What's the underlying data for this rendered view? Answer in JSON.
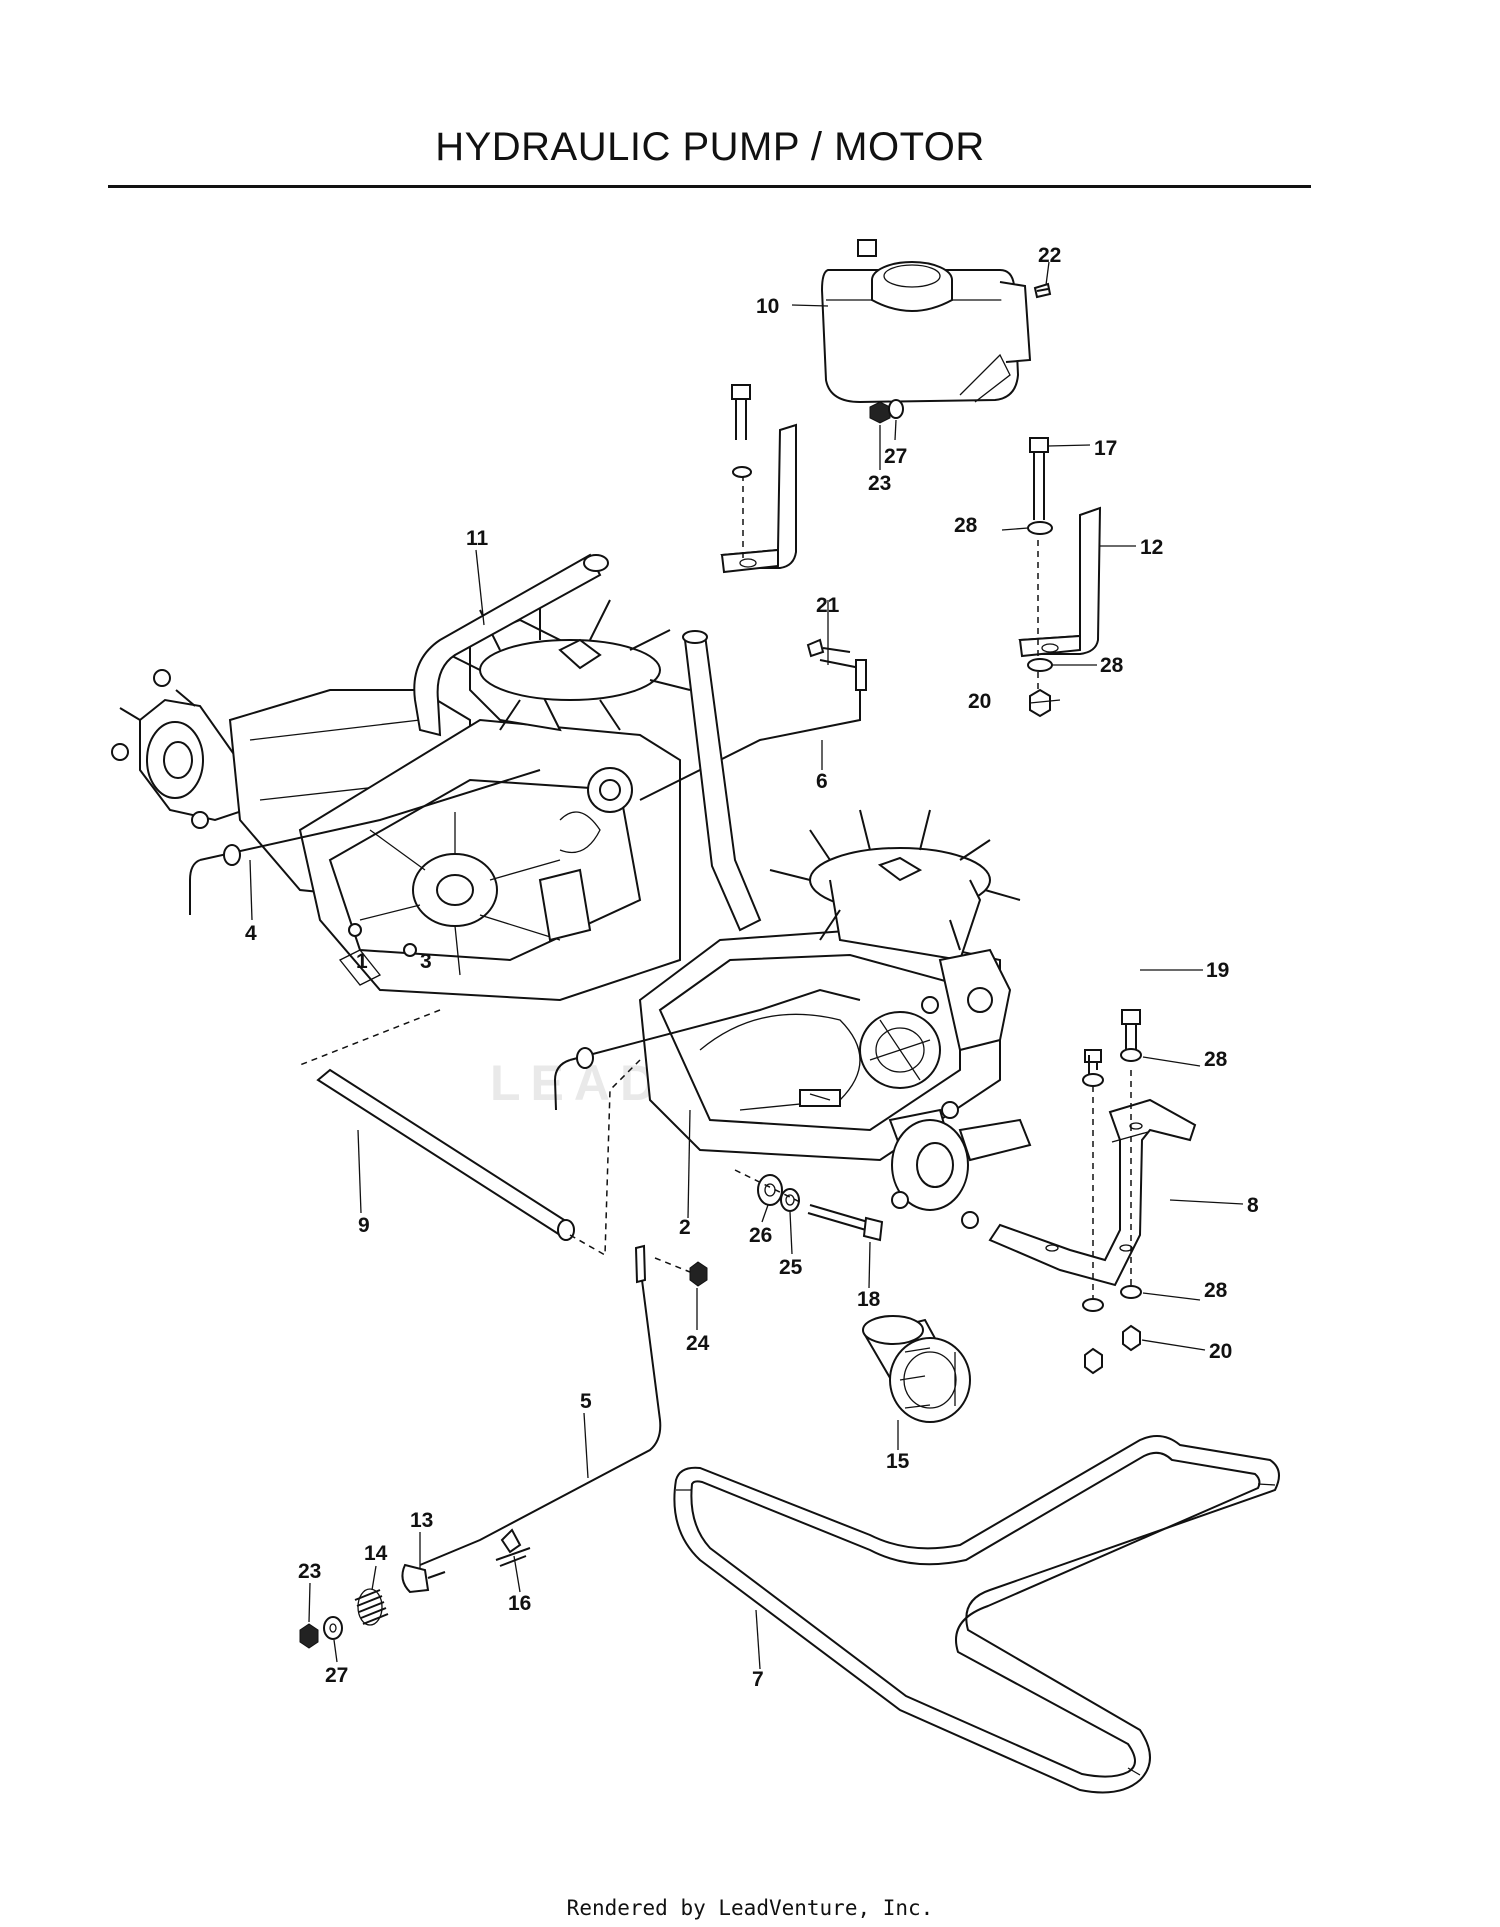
{
  "title": "HYDRAULIC PUMP / MOTOR",
  "footer": "Rendered by LeadVenture, Inc.",
  "watermark": "LEADVENTURE",
  "callouts": [
    {
      "id": "c1",
      "label": "1"
    },
    {
      "id": "c2",
      "label": "2"
    },
    {
      "id": "c3",
      "label": "3"
    },
    {
      "id": "c4",
      "label": "4"
    },
    {
      "id": "c5",
      "label": "5"
    },
    {
      "id": "c6",
      "label": "6"
    },
    {
      "id": "c7",
      "label": "7"
    },
    {
      "id": "c8",
      "label": "8"
    },
    {
      "id": "c9",
      "label": "9"
    },
    {
      "id": "c10",
      "label": "10"
    },
    {
      "id": "c11",
      "label": "11"
    },
    {
      "id": "c12",
      "label": "12"
    },
    {
      "id": "c13",
      "label": "13"
    },
    {
      "id": "c14",
      "label": "14"
    },
    {
      "id": "c15",
      "label": "15"
    },
    {
      "id": "c16",
      "label": "16"
    },
    {
      "id": "c17",
      "label": "17"
    },
    {
      "id": "c18",
      "label": "18"
    },
    {
      "id": "c19",
      "label": "19"
    },
    {
      "id": "c20a",
      "label": "20"
    },
    {
      "id": "c20b",
      "label": "20"
    },
    {
      "id": "c21",
      "label": "21"
    },
    {
      "id": "c22",
      "label": "22"
    },
    {
      "id": "c23a",
      "label": "23"
    },
    {
      "id": "c23b",
      "label": "23"
    },
    {
      "id": "c24",
      "label": "24"
    },
    {
      "id": "c25",
      "label": "25"
    },
    {
      "id": "c26",
      "label": "26"
    },
    {
      "id": "c27a",
      "label": "27"
    },
    {
      "id": "c27b",
      "label": "27"
    },
    {
      "id": "c28a",
      "label": "28"
    },
    {
      "id": "c28b",
      "label": "28"
    },
    {
      "id": "c28c",
      "label": "28"
    },
    {
      "id": "c28d",
      "label": "28"
    }
  ]
}
